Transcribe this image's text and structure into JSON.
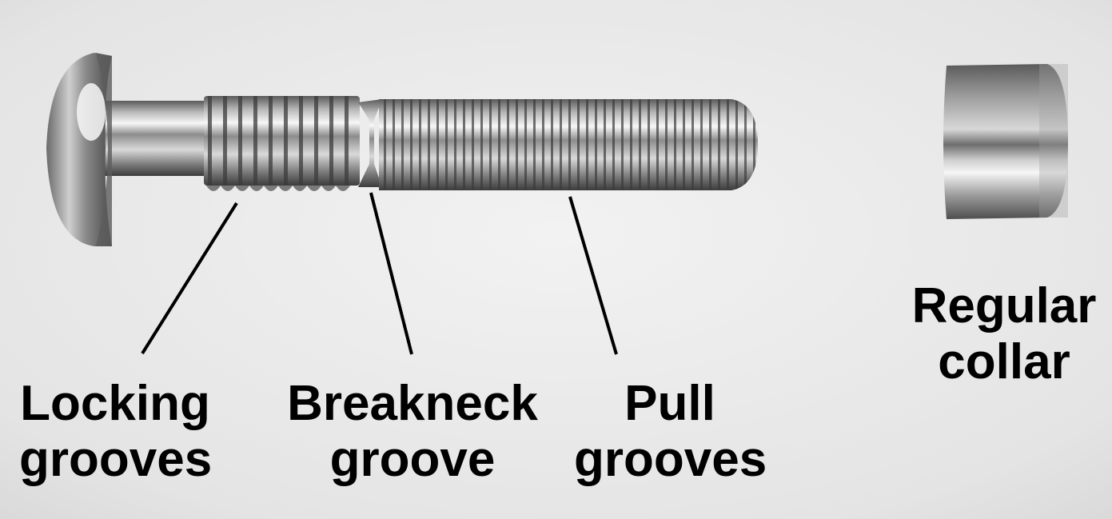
{
  "labels": {
    "locking": {
      "line1": "Locking",
      "line2": "grooves"
    },
    "breakneck": {
      "line1": "Breakneck",
      "line2": "groove"
    },
    "pull": {
      "line1": "Pull",
      "line2": "grooves"
    },
    "collar": {
      "line1": "Regular",
      "line2": "collar"
    }
  },
  "colors": {
    "background": "#ececec",
    "metal_dark": "#4a4a4a",
    "metal_mid": "#9a9a9a",
    "metal_light": "#f4f4f4",
    "text": "#000000"
  }
}
